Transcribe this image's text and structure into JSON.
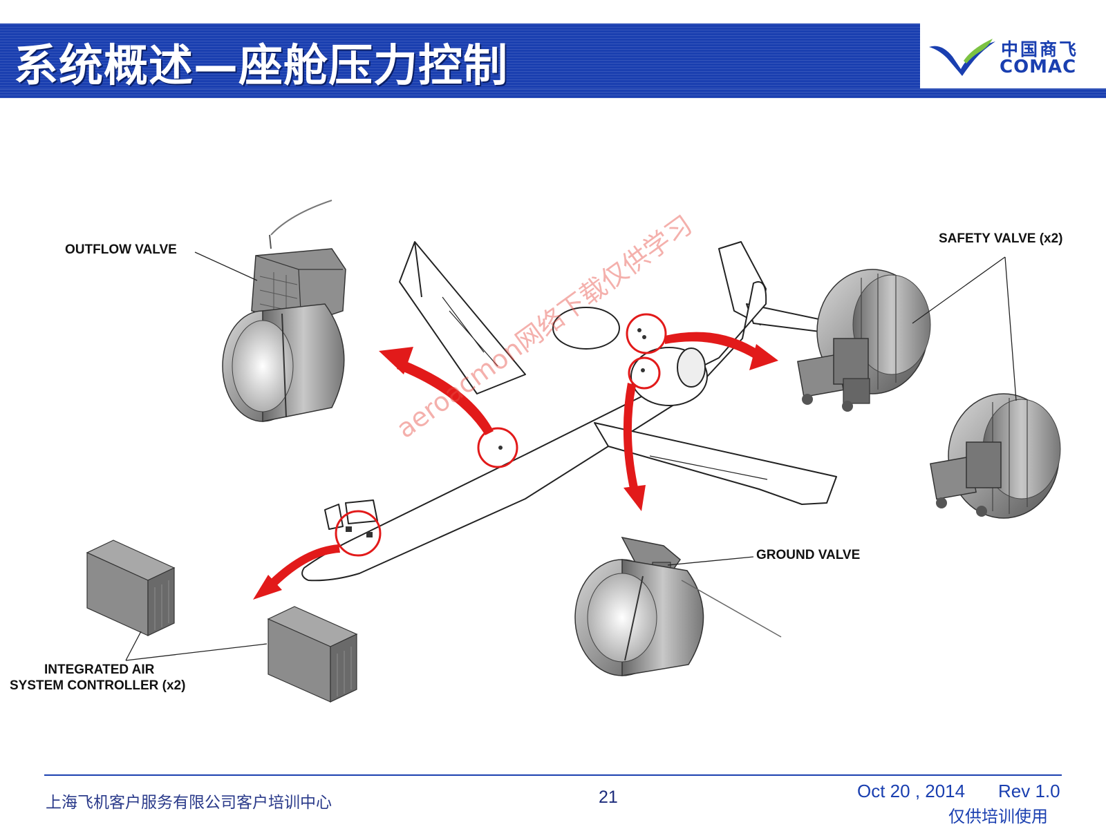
{
  "header": {
    "title": "系统概述—座舱压力控制",
    "logo_cn": "中国商飞",
    "logo_en": "COMAC"
  },
  "diagram": {
    "callouts": {
      "outflow_valve": "OUTFLOW VALVE",
      "safety_valve": "SAFETY VALVE (x2)",
      "ground_valve": "GROUND VALVE",
      "controller_line1": "INTEGRATED AIR",
      "controller_line2": "SYSTEM CONTROLLER (x2)"
    },
    "watermark": "aeroacmon网络下载仅供学习",
    "colors": {
      "arrow": "#e21a1a",
      "highlight_circle": "#e21a1a",
      "brand_blue": "#1a3fb0"
    }
  },
  "footer": {
    "organization": "上海飞机客户服务有限公司客户培训中心",
    "page_number": "21",
    "date": "Oct 20 , 2014",
    "revision": "Rev 1.0",
    "usage_note": "仅供培训使用"
  }
}
